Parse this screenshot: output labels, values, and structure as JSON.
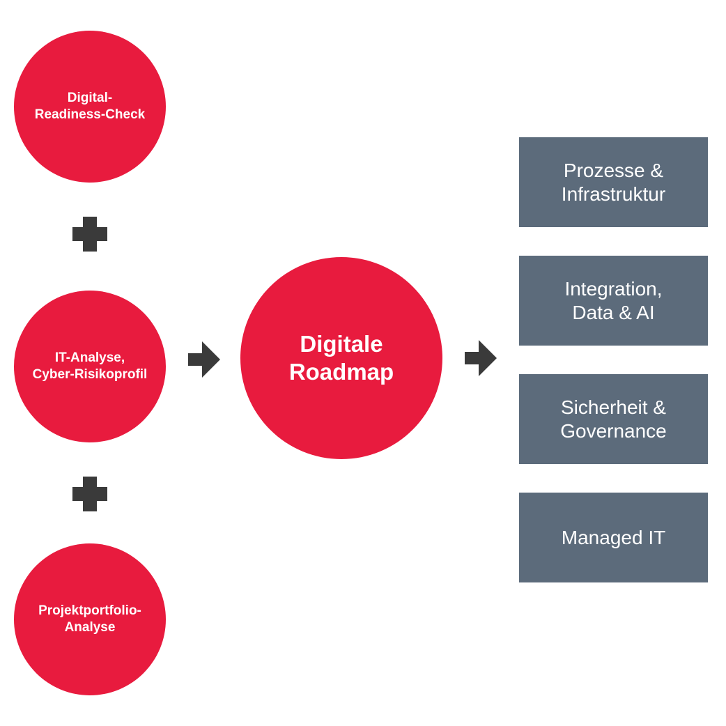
{
  "colors": {
    "accent": "#e81b3e",
    "box": "#5c6b7b",
    "symbol": "#3a3a3a"
  },
  "inputs": [
    {
      "label": "Digital-\nReadiness-Check"
    },
    {
      "label": "IT-Analyse,\nCyber-Risikoprofil"
    },
    {
      "label": "Projektportfolio-\nAnalyse"
    }
  ],
  "connectors": {
    "plus_icon": "plus-icon",
    "arrow_icon": "arrow-right-icon"
  },
  "center": {
    "label": "Digitale\nRoadmap"
  },
  "outputs": [
    {
      "label": "Prozesse &\nInfrastruktur"
    },
    {
      "label": "Integration,\nData & AI"
    },
    {
      "label": "Sicherheit &\nGovernance"
    },
    {
      "label": "Managed IT"
    }
  ]
}
